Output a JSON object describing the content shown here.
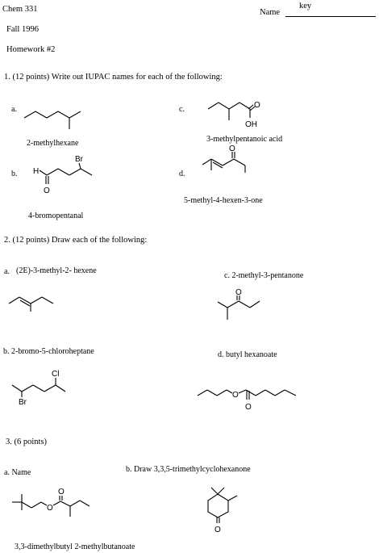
{
  "header": {
    "course": "Chem 331",
    "name_label": "Name",
    "key_text": "key",
    "term": "Fall  1996",
    "assignment": "Homework #2"
  },
  "q1": {
    "prompt": "1. (12 points) Write out IUPAC names for each of the following:",
    "a": {
      "letter": "a.",
      "answer": "2-methylhexane"
    },
    "b": {
      "letter": "b.",
      "answer": "4-bromopentanal",
      "atom_labels": [
        "H",
        "O",
        "Br"
      ]
    },
    "c": {
      "letter": "c.",
      "answer": "3-methylpentanoic acid",
      "atom_labels": [
        "O",
        "OH"
      ]
    },
    "d": {
      "letter": "d.",
      "answer": "5-methyl-4-hexen-3-one",
      "atom_labels": [
        "O"
      ]
    }
  },
  "q2": {
    "prompt": "2. (12 points)  Draw each of the following:",
    "a": {
      "letter": "a.",
      "label": "(2E)-3-methyl-2- hexene"
    },
    "b": {
      "label": "b. 2-bromo-5-chloroheptane",
      "atom_labels": [
        "Cl",
        "Br"
      ]
    },
    "c": {
      "label": "c.  2-methyl-3-pentanone",
      "atom_labels": [
        "O"
      ]
    },
    "d": {
      "label": "d.  butyl hexanoate",
      "atom_labels": [
        "O",
        "O"
      ]
    }
  },
  "q3": {
    "prompt": "3.  (6 points)",
    "a": {
      "label": "a.  Name",
      "answer": "3,3-dimethylbutyl 2-methylbutanoate",
      "atom_labels": [
        "O",
        "O"
      ]
    },
    "b": {
      "label": "b. Draw 3,3,5-trimethylcyclohexanone",
      "atom_labels": [
        "O"
      ]
    }
  }
}
